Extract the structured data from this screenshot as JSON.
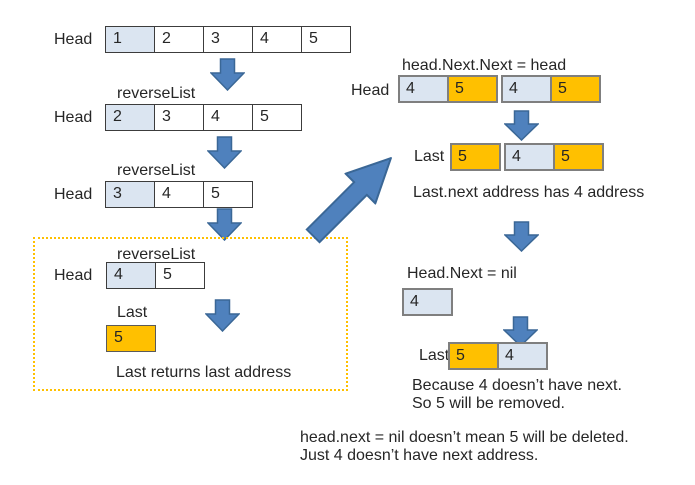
{
  "colors": {
    "cell_blue": "#dbe5f1",
    "cell_gold": "#ffc000",
    "arrow_fill": "#4f81bd",
    "arrow_stroke": "#3a6796",
    "border_dark": "#3c3c3c",
    "border_gray": "#7f7f7f",
    "dotted_border": "#ffc000",
    "text": "#262626"
  },
  "left": {
    "step1": {
      "pointer": "Head",
      "cells": [
        "1",
        "2",
        "3",
        "4",
        "5"
      ]
    },
    "step2": {
      "title": "reverseList",
      "pointer": "Head",
      "cells": [
        "2",
        "3",
        "4",
        "5"
      ]
    },
    "step3": {
      "title": "reverseList",
      "pointer": "Head",
      "cells": [
        "3",
        "4",
        "5"
      ]
    },
    "step4": {
      "title": "reverseList",
      "pointer": "Head",
      "cells": [
        "4",
        "5"
      ]
    },
    "last": {
      "label": "Last",
      "cell": "5"
    },
    "caption": "Last returns last address"
  },
  "right": {
    "step1": {
      "title": "head.Next.Next = head",
      "pointer": "Head",
      "cells": [
        "4",
        "5",
        "4",
        "5"
      ]
    },
    "step2": {
      "pointer": "Last",
      "cells": [
        "5",
        "4",
        "5"
      ]
    },
    "caption1": "Last.next address has 4 address",
    "step3": {
      "title": "Head.Next = nil",
      "cell": "4"
    },
    "step4": {
      "pointer": "Last",
      "cells": [
        "5",
        "4"
      ]
    },
    "caption2": "Because 4 doesn’t have next.",
    "caption3": "So 5 will be removed."
  },
  "footer": {
    "line1": "head.next = nil doesn’t mean 5 will be deleted.",
    "line2": "Just 4 doesn’t have next address."
  }
}
